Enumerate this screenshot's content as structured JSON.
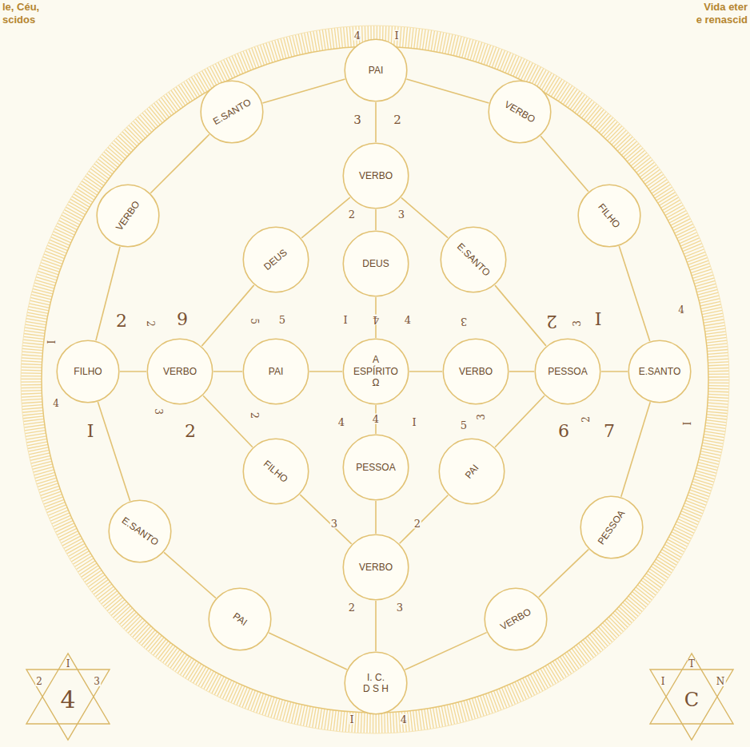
{
  "diagram": {
    "nodes": [
      {
        "text": [
          "PAI"
        ]
      },
      {
        "text": [
          "E.SANTO"
        ]
      },
      {
        "text": [
          "VERBO"
        ]
      },
      {
        "text": [
          "VERBO"
        ]
      },
      {
        "text": [
          "VERBO"
        ]
      },
      {
        "text": [
          "FILHO"
        ]
      },
      {
        "text": [
          "DEUS"
        ]
      },
      {
        "text": [
          "DEUS"
        ]
      },
      {
        "text": [
          "E.SANTO"
        ]
      },
      {
        "text": [
          "FILHO"
        ]
      },
      {
        "text": [
          "VERBO"
        ]
      },
      {
        "text": [
          "PAI"
        ]
      },
      {
        "text": [
          "A",
          "ESPÍRITO",
          "Ω"
        ]
      },
      {
        "text": [
          "VERBO"
        ]
      },
      {
        "text": [
          "PESSOA"
        ]
      },
      {
        "text": [
          "E.SANTO"
        ]
      },
      {
        "text": [
          "FILHO"
        ]
      },
      {
        "text": [
          "PESSOA"
        ]
      },
      {
        "text": [
          "PAI"
        ]
      },
      {
        "text": [
          "E.SANTO"
        ]
      },
      {
        "text": [
          "PESSOA"
        ]
      },
      {
        "text": [
          "VERBO"
        ]
      },
      {
        "text": [
          "PAI"
        ]
      },
      {
        "text": [
          "VERBO"
        ]
      },
      {
        "text": [
          "I. C.",
          "D S H"
        ]
      }
    ],
    "edges": [
      {
        "from": 0,
        "to": 2,
        "arrow": "none"
      },
      {
        "from": 2,
        "to": 5,
        "arrow": "none"
      },
      {
        "from": 5,
        "to": 15,
        "arrow": "none"
      },
      {
        "from": 15,
        "to": 20,
        "arrow": "none"
      },
      {
        "from": 20,
        "to": 23,
        "arrow": "none"
      },
      {
        "from": 23,
        "to": 24,
        "arrow": "none"
      },
      {
        "from": 24,
        "to": 22,
        "arrow": "none"
      },
      {
        "from": 22,
        "to": 19,
        "arrow": "none"
      },
      {
        "from": 19,
        "to": 9,
        "arrow": "none"
      },
      {
        "from": 9,
        "to": 4,
        "arrow": "none"
      },
      {
        "from": 4,
        "to": 1,
        "arrow": "none"
      },
      {
        "from": 1,
        "to": 0,
        "arrow": "none"
      },
      {
        "from": 0,
        "to": 3,
        "arrow": "none"
      },
      {
        "from": 3,
        "to": 6,
        "arrow": "none"
      },
      {
        "from": 3,
        "to": 7,
        "arrow": "none"
      },
      {
        "from": 3,
        "to": 8,
        "arrow": "none"
      },
      {
        "from": 7,
        "to": 12,
        "arrow": "none"
      },
      {
        "from": 6,
        "to": 10,
        "arrow": "none"
      },
      {
        "from": 8,
        "to": 14,
        "arrow": "none"
      },
      {
        "from": 9,
        "to": 10,
        "arrow": "none"
      },
      {
        "from": 10,
        "to": 11,
        "arrow": "none"
      },
      {
        "from": 11,
        "to": 12,
        "arrow": "none"
      },
      {
        "from": 12,
        "to": 13,
        "arrow": "none"
      },
      {
        "from": 13,
        "to": 14,
        "arrow": "none"
      },
      {
        "from": 14,
        "to": 15,
        "arrow": "none"
      },
      {
        "from": 10,
        "to": 16,
        "arrow": "none"
      },
      {
        "from": 16,
        "to": 21,
        "arrow": "none"
      },
      {
        "from": 12,
        "to": 17,
        "arrow": "none"
      },
      {
        "from": 17,
        "to": 21,
        "arrow": "none"
      },
      {
        "from": 18,
        "to": 21,
        "arrow": "none"
      },
      {
        "from": 18,
        "to": 14,
        "arrow": "none"
      },
      {
        "from": 21,
        "to": 24,
        "arrow": "none"
      }
    ],
    "labels": [
      "le, Céu,",
      "scidos",
      "Vida eter",
      "e renascid",
      "4",
      "I",
      "3",
      "2",
      "2",
      "3",
      "2",
      "2",
      "9",
      "5",
      "5",
      "I",
      "4",
      "4",
      "3",
      "2",
      "3",
      "I",
      "4",
      "I",
      "4",
      "I",
      "3",
      "2",
      "2",
      "4",
      "4",
      "I",
      "5",
      "3",
      "6",
      "2",
      "7",
      "I",
      "3",
      "2",
      "2",
      "3",
      "I",
      "4",
      "I",
      "2",
      "3",
      "4",
      "T",
      "I",
      "N",
      "C"
    ]
  }
}
